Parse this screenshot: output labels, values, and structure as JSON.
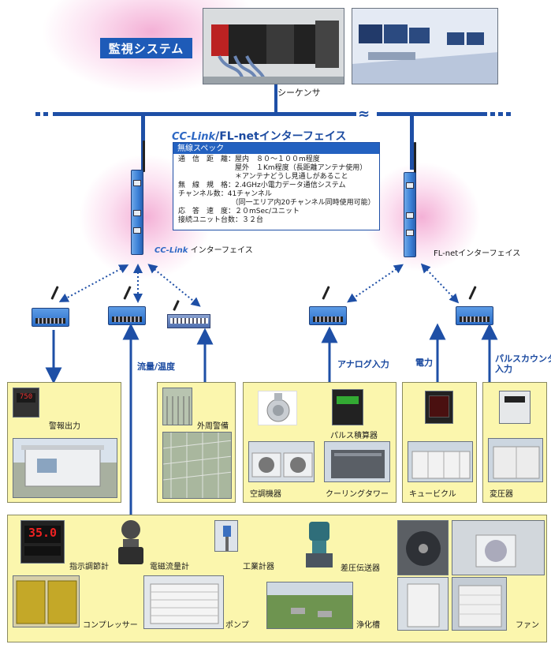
{
  "monitoring": {
    "title": "監視システム",
    "sequencer_label": "シーケンサ"
  },
  "network": {
    "cc_link_logo": "CC-Link",
    "fl_net_title": "/FL-netインターフェイス",
    "left_device_label": "インターフェイス",
    "right_device_label": "FL-netインターフェイス"
  },
  "spec": {
    "heading": "無線スペック",
    "lines": [
      "通　信　距　離：屋内　８０〜１００m程度",
      "　　　　　　　　屋外　１Km程度（長距離アンテナ使用）",
      "　　　　　　　　＊アンテナどうし見通しがあること",
      "無　線　規　格：2.4GHz小電力データ通信システム",
      "チャンネル数：41チャンネル",
      "　　　　　　　　（同一エリア内20チャンネル同時使用可能）",
      "応　答　速　度：２０mSec/ユニット",
      "接続ユニット台数：３２台"
    ]
  },
  "branches": {
    "flow_temp": "流量/温度",
    "analog": "アナログ入力",
    "power": "電力",
    "pulse_counter": "パルスカウンタ\n入力"
  },
  "boxes": {
    "alarm_output": "警報出力",
    "external_security": "外周警備",
    "pulse_integrator": "パルス積算器",
    "air_conditioner": "空調機器",
    "cooling_tower": "クーリングタワー",
    "cubicle": "キュービクル",
    "transformer": "変圧器",
    "indicator_controller": "指示調節計",
    "electromagnetic_flowmeter": "電磁流量計",
    "industrial_meter": "工業計器",
    "differential_pressure": "差圧伝送器",
    "compressor": "コンプレッサー",
    "pump": "ポンプ",
    "septic_tank": "浄化槽",
    "fan": "ファン"
  },
  "display_reading": "35.0",
  "colors": {
    "bus": "#1e4fa6",
    "title_bg": "#1e5bb8",
    "box_yellow": "#fbf6ad",
    "glow": "#f3a6cf"
  }
}
